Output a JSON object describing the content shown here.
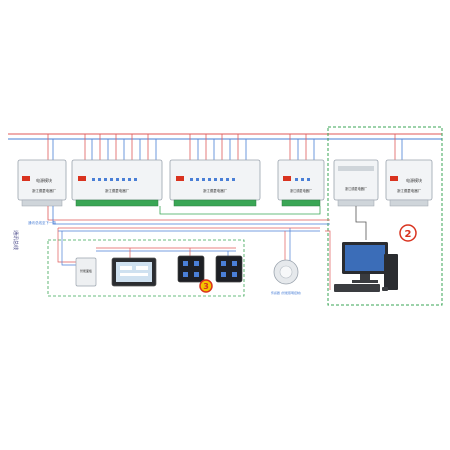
{
  "diagram": {
    "modules": [
      {
        "id": "m1",
        "title": "电源模块",
        "subtitle": "浙江德菱电器厂"
      },
      {
        "id": "m2",
        "title": "",
        "subtitle": "浙江德菱电器厂"
      },
      {
        "id": "m3",
        "title": "",
        "subtitle": "浙江德菱电器厂"
      },
      {
        "id": "m4",
        "title": "",
        "subtitle": "浙江德菱电器厂"
      },
      {
        "id": "m5",
        "title": "",
        "subtitle": "浙江德菱电器厂"
      },
      {
        "id": "m6",
        "title": "电源模块",
        "subtitle": "浙江德菱电器厂"
      }
    ],
    "vertical_label": "通讯总线",
    "bus_note": "通讯总线至下一路",
    "badges": [
      "2",
      "3"
    ],
    "devices": {
      "small_panel": "智能面板",
      "touch_screen": "",
      "pc": "",
      "sensor_caption": "传感器 (智能照明控制)"
    },
    "colors": {
      "bus_red": "#e05a5a",
      "bus_blue": "#4a7fd6",
      "bus_green": "#3aa655",
      "badge": "#d9331f",
      "module_body": "#f2f4f6",
      "module_border": "#9aa3ad"
    }
  }
}
